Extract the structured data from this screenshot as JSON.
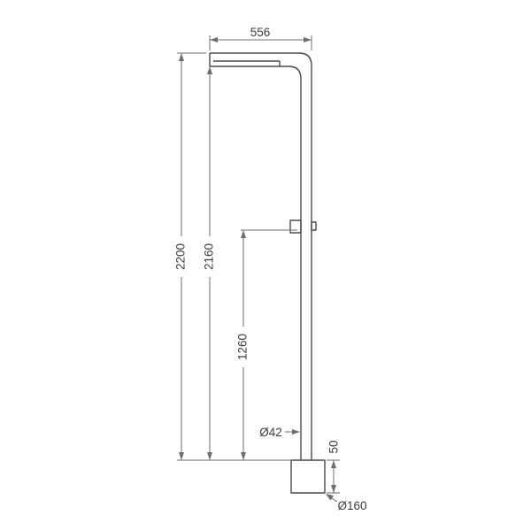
{
  "drawing": {
    "type": "technical-dimension-drawing",
    "subject": "freestanding shower column front elevation",
    "background_color": "#ffffff",
    "outline_color": "#4a4a4a",
    "dimension_color": "#6e6e6e",
    "text_color": "#3c3c3c",
    "labels": {
      "width_top": "556",
      "height_total": "2200",
      "height_column": "2160",
      "height_outlet": "1260",
      "pole_diameter": "Ø42",
      "base_height": "50",
      "base_diameter": "Ø160"
    }
  }
}
